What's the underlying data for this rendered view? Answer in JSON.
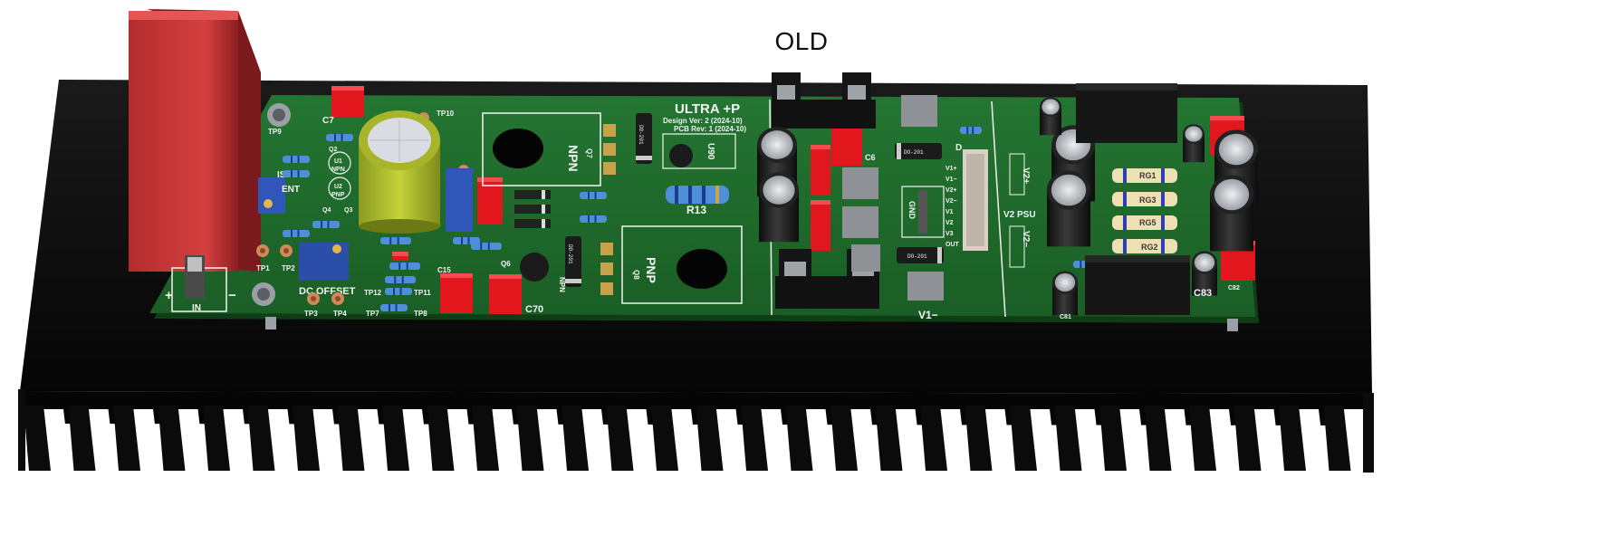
{
  "header": {
    "title": "OLD"
  },
  "board": {
    "brand": "ULTRA  +P",
    "design_line": "Design Ver: 2 (2024-10)",
    "pcb_line": "PCB  Rev: 1 (2024-10)",
    "labels": {
      "tp10": "TP10",
      "tp9": "TP9",
      "c7": "C7",
      "q2": "Q2",
      "u1": "U1",
      "npn_small": "NPN",
      "u2": "U2",
      "pnp_small": "PNP",
      "q4": "Q4",
      "q3": "Q3",
      "bias": "IS",
      "current": "ENT",
      "tp1": "TP1",
      "tp2": "TP2",
      "tp3": "TP3",
      "tp4": "TP4",
      "tp7": "TP7",
      "tp8": "TP8",
      "tp11": "TP11",
      "tp12": "TP12",
      "dc_offset": "DC OFFSET",
      "in": "IN",
      "plus": "+",
      "minus": "−",
      "c15": "C15",
      "c70": "C70",
      "q6": "Q6",
      "npn_driver": "NPN",
      "q7": "Q7",
      "npn_big": "NPN",
      "q8": "Q8",
      "pnp_big": "PNP",
      "u90": "U90",
      "r13": "R13",
      "do201_a": "DO-201",
      "do201_b": "DO-201",
      "do201_c": "DO-201",
      "do201_d": "DO-201",
      "c6": "C6",
      "gnd": "GND",
      "v1_minus": "V1−",
      "d": "D",
      "conn_pins": [
        "V1+",
        "V1−",
        "V2+",
        "V2−",
        "V1",
        "V2",
        "V3",
        "OUT"
      ],
      "v2_plus": "V2+",
      "v2_psu": "V2  PSU",
      "v2_minus": "V2−",
      "rg1": "RG1",
      "rg3": "RG3",
      "rg5": "RG5",
      "rg2": "RG2",
      "c83": "C83",
      "c81": "C81",
      "c82": "C82"
    }
  },
  "colors": {
    "pcb": "#1f6b2a",
    "pcb_dark": "#15501e",
    "heatsink": "#0b0b0b",
    "film_cap": "#c9393b",
    "smd_cap": "#e2161d",
    "electrolytic": "#1a1a1a",
    "aluminium": "#c8ccd0",
    "trimpot": "#2f56b8",
    "silkscreen": "#f4f4f4"
  }
}
